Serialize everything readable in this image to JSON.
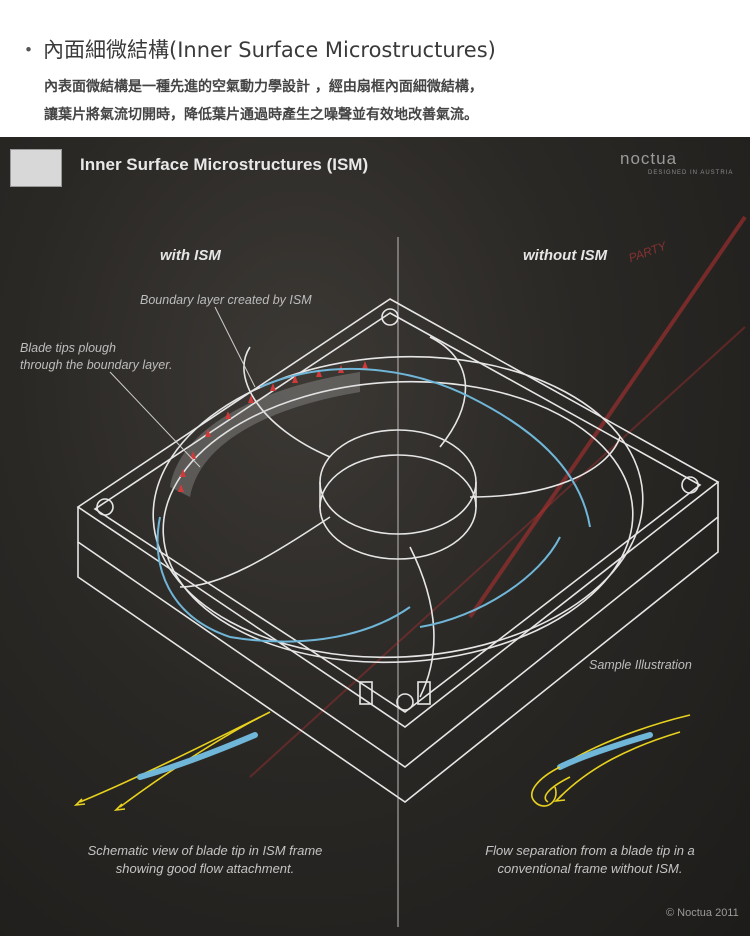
{
  "header": {
    "bullet": "・",
    "title": "內面細微結構(Inner Surface Microstructures)",
    "line1": "內表面微結構是一種先進的空氣動力學設計 ，經由扇框內面細微結構，",
    "line2": "讓葉片將氣流切開時，降低葉片通過時產生之噪聲並有效地改善氣流。"
  },
  "panel": {
    "title": "Inner Surface Microstructures (ISM)",
    "brand": "noctua",
    "brand_sub": "DESIGNED IN AUSTRIA",
    "with_label": "with ISM",
    "without_label": "without ISM",
    "anno_boundary": "Boundary layer created by ISM",
    "anno_tips_1": "Blade tips plough",
    "anno_tips_2": "through the boundary layer.",
    "sample": "Sample Illustration",
    "caption_left_1": "Schematic view of blade tip in ISM frame",
    "caption_left_2": "showing good flow attachment.",
    "caption_right_1": "Flow separation from a blade tip in a",
    "caption_right_2": "conventional frame without ISM.",
    "copyright": "© Noctua 2011"
  },
  "watermark": {
    "text": "PARTY"
  },
  "colors": {
    "flow_yellow": "#e8d21e",
    "flow_blue": "#6fb6d8",
    "micro_red": "#d23a3a"
  }
}
